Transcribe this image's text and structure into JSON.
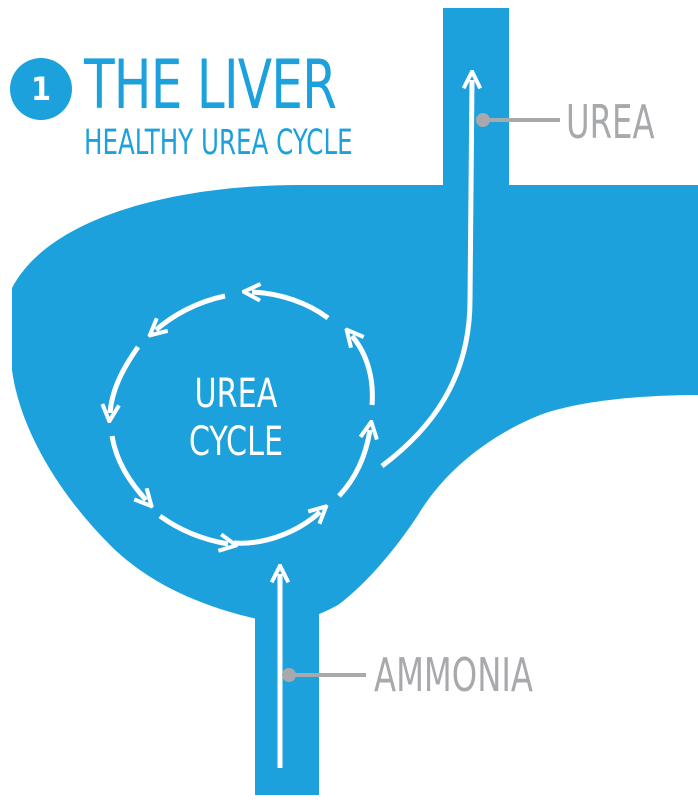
{
  "header": {
    "step_number": "1",
    "title": "THE LIVER",
    "subtitle": "HEALTHY UREA CYCLE"
  },
  "diagram": {
    "cycle_label_line1": "UREA",
    "cycle_label_line2": "CYCLE",
    "output_label": "UREA",
    "input_label": "AMMONIA"
  },
  "colors": {
    "organ_blue": "#1ca1dc",
    "arrow_white": "#ffffff",
    "callout_gray": "#a7a9ac"
  }
}
